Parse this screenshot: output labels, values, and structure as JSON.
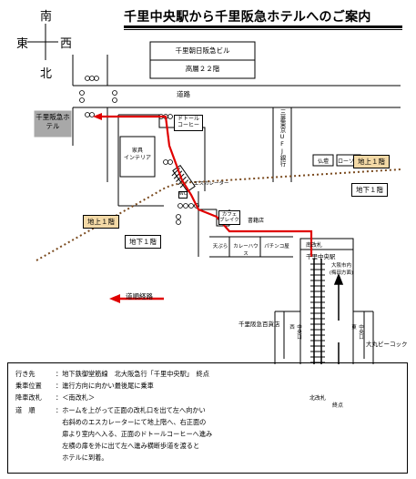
{
  "title": "千里中央駅から千里阪急ホテルへのご案内",
  "compass": {
    "north": "北",
    "south": "南",
    "east": "東",
    "west": "西"
  },
  "building": {
    "name": "千里朝日阪急ビル",
    "floor": "高層２２階"
  },
  "road_label": "道路",
  "hotel": "千里阪急ホテル",
  "bank": "三菱東京UFJ銀行",
  "doutor": "ドトール\nコーヒー",
  "interior": "家具\nインテリア",
  "escalator": "エスカレーター",
  "wc": "WC",
  "cafe": "カフェ\nブレイク",
  "bookstore": "書籍店",
  "tempura": "天ぷら",
  "curry": "カレーハウス",
  "pachinko": "パチンコ屋",
  "butsudan": "仏壇",
  "lawson": "ローソン",
  "levels": {
    "ground": "地上１階",
    "basement": "地下１階"
  },
  "station": {
    "name": "千里中央駅",
    "south_gate": "南改札",
    "north_gate": "北改札",
    "direction": "大阪市内\n(梅田方面)",
    "terminal": "終点"
  },
  "route_label": "道順経路",
  "dept_store": "千里阪急百貨店",
  "daimaru": "大丸ピーコック",
  "midori_left": "中央口\n西",
  "midori_right": "中央口\n東",
  "info": [
    {
      "label": "行き先",
      "value": "：地下鉄御堂筋線　北大阪急行「千里中央駅」　終点"
    },
    {
      "label": "乗車位置",
      "value": "：進行方向に向かい最後尾に乗車"
    },
    {
      "label": "降車改札",
      "value": "：＜南改札＞"
    },
    {
      "label": "道　順",
      "value": "：ホームを上がって正面の改札口を出て左へ向かい"
    },
    {
      "label": "",
      "value": "　右斜めのエスカレーターにて地上階へ、右正面の"
    },
    {
      "label": "",
      "value": "　扉より室内へ入る、正面のドトールコーヒーへ進み"
    },
    {
      "label": "",
      "value": "　左横の扉を外に出て左へ進み横断歩道を渡ると"
    },
    {
      "label": "",
      "value": "　ホテルに到着。"
    }
  ],
  "colors": {
    "route": "#e00000",
    "level_ground_bg": "#f3d9a6",
    "hotel_bg": "#a8a8a8",
    "boundary": "#7a4a1e"
  }
}
